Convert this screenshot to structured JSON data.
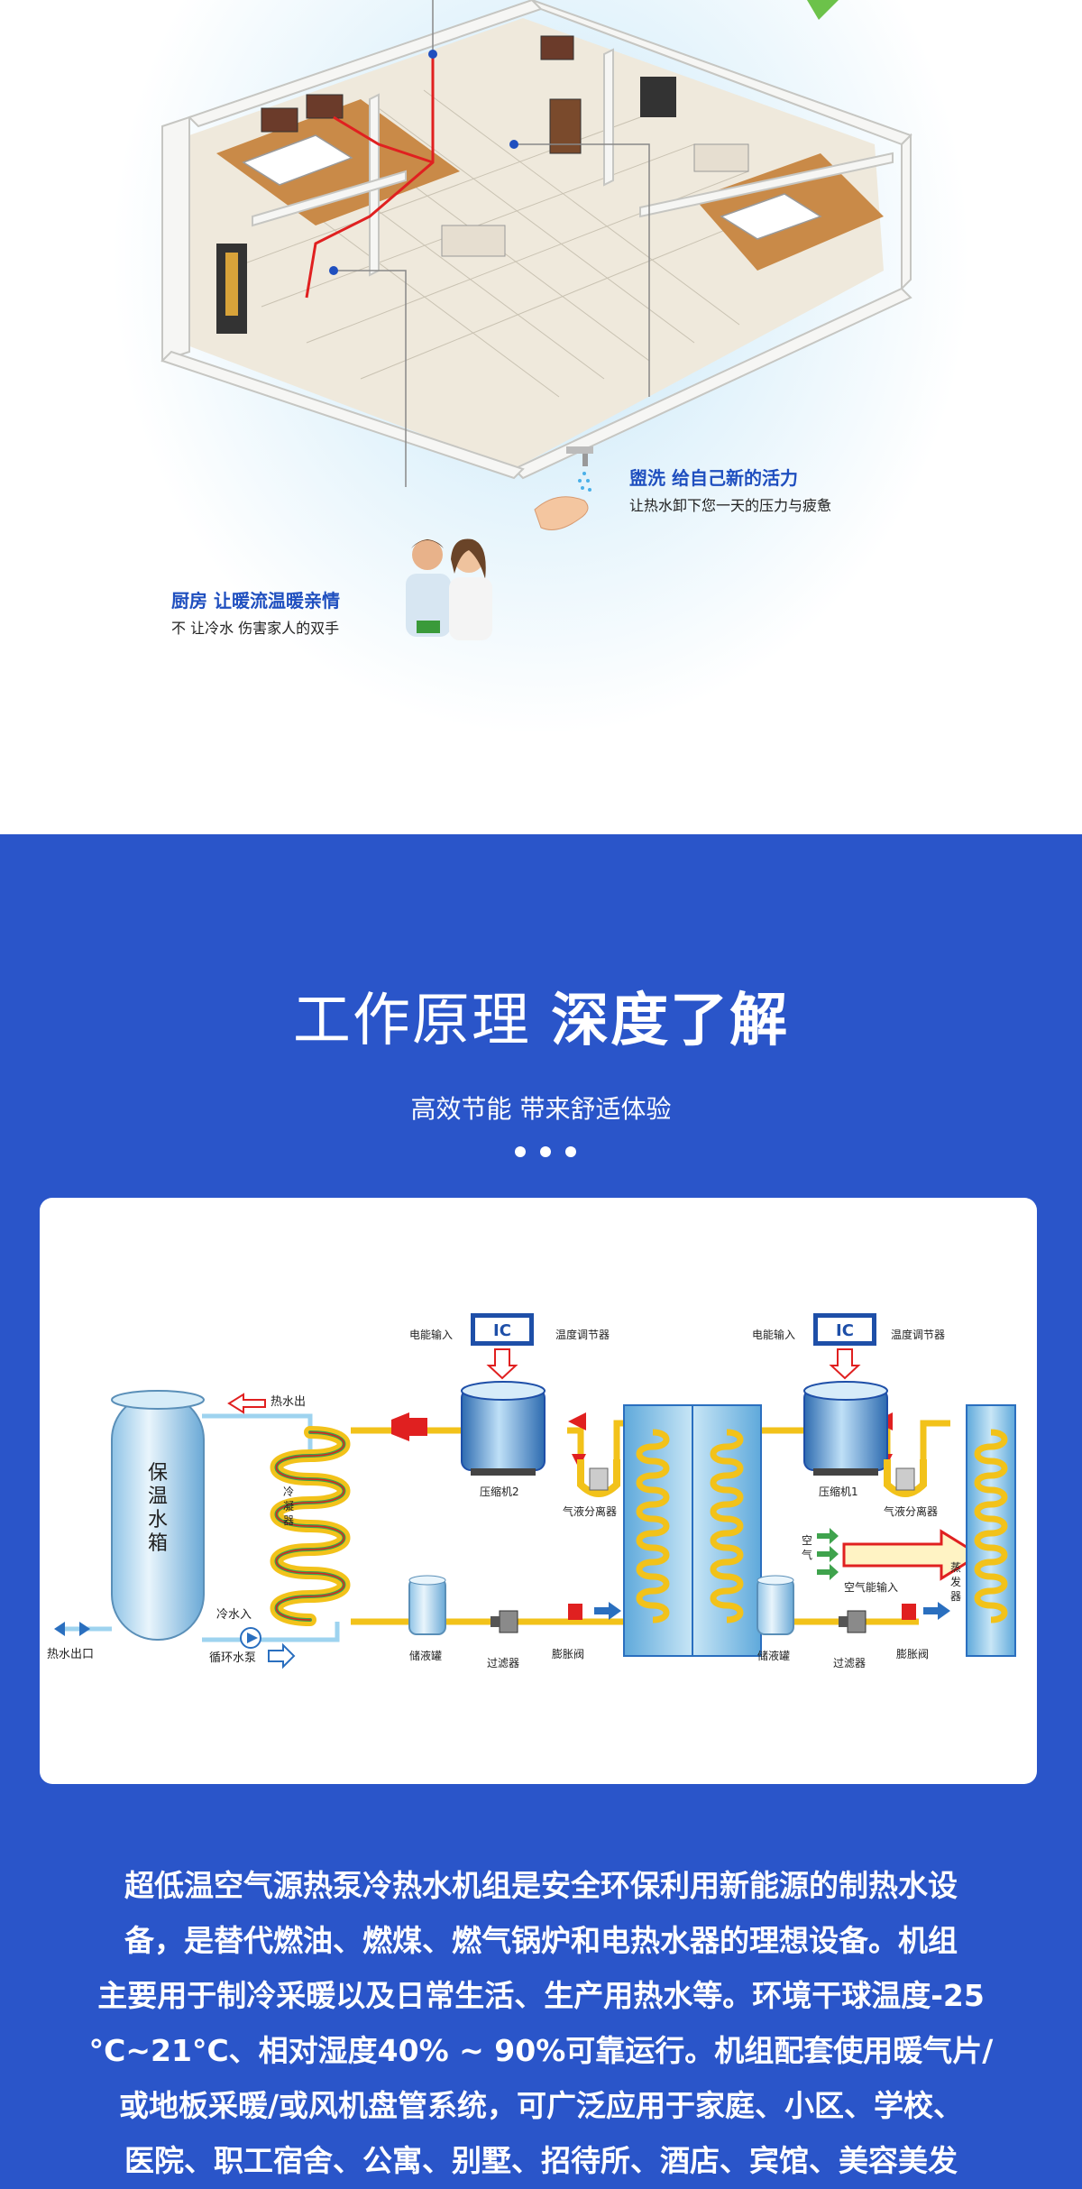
{
  "callouts": {
    "kitchen_title": "厨房 让暖流温暖亲情",
    "kitchen_sub": "不 让冷水 伤害家人的双手",
    "bath_title": "盥洗 给自己新的活力",
    "bath_sub": "让热水卸下您一天的压力与疲惫"
  },
  "section": {
    "title_light": "工作原理",
    "title_bold": "深度了解",
    "subtitle": "高效节能 带来舒适体验"
  },
  "diagram": {
    "tank_label": [
      "保",
      "温",
      "水",
      "箱"
    ],
    "hot_water_out": "热水出",
    "cold_water_in": "冷水入",
    "hot_water_outlet": "热水出口",
    "circulation_pump": "循环水泵",
    "condenser": [
      "冷",
      "凝",
      "器"
    ],
    "power_input_1": "电能输入",
    "thermostat_1": "温度调节器",
    "compressor_2": "压缩机2",
    "separator_1": "气液分离器",
    "receiver_1": "储液罐",
    "filter_1": "过滤器",
    "expansion_1": "膨胀阀",
    "power_input_2": "电能输入",
    "thermostat_2": "温度调节器",
    "compressor_1": "压缩机1",
    "separator_2": "气液分离器",
    "air": [
      "空",
      "气"
    ],
    "air_energy_input": "空气能输入",
    "evaporator": [
      "蒸",
      "发",
      "器"
    ],
    "receiver_2": "储液罐",
    "filter_2": "过滤器",
    "expansion_2": "膨胀阀",
    "ic_label": "IC"
  },
  "description": [
    "超低温空气源热泵冷热水机组是安全环保利用新能源的制热水设",
    "备，是替代燃油、燃煤、燃气锅炉和电热水器的理想设备。机组",
    "主要用于制冷采暖以及日常生活、生产用热水等。环境干球温度-25",
    "°C~21°C、相对湿度40% ~ 90%可靠运行。机组配套使用暖气片/",
    "或地板采暖/或风机盘管系统，可广泛应用于家庭、小区、学校、",
    "医院、职工宿舍、公寓、别墅、招待所、酒店、宾馆、美容美发"
  ],
  "colors": {
    "blue_bg": "#2a55c9",
    "callout_blue": "#1f4fbf",
    "pipe_yellow": "#f2c21a",
    "pipe_red": "#e02020"
  }
}
